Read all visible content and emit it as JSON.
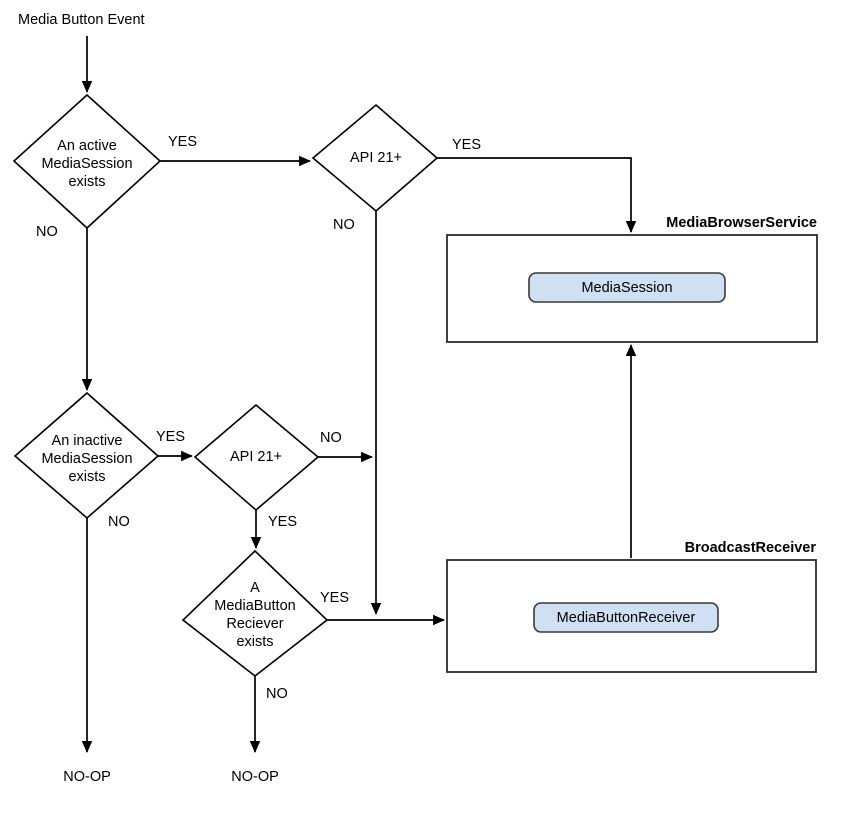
{
  "diagram": {
    "title_text": "Media Button Event",
    "start": {
      "label": "Media Button Event"
    },
    "decisions": [
      {
        "id": "active-session",
        "line1": "An active",
        "line2": "MediaSession",
        "line3": "exists"
      },
      {
        "id": "api21-top",
        "line1": "API 21+"
      },
      {
        "id": "inactive-session",
        "line1": "An inactive",
        "line2": "MediaSession",
        "line3": "exists"
      },
      {
        "id": "api21-bottom",
        "line1": "API 21+"
      },
      {
        "id": "mediabutton-receiver",
        "line1": "A",
        "line2": "MediaButton",
        "line3": "Reciever",
        "line4": "exists"
      }
    ],
    "containers": [
      {
        "id": "media-browser-service",
        "title": "MediaBrowserService",
        "child": "MediaSession"
      },
      {
        "id": "broadcast-receiver",
        "title": "BroadcastReceiver",
        "child": "MediaButtonReceiver"
      }
    ],
    "edge_labels": {
      "active_yes": "YES",
      "active_no": "NO",
      "api21_top_yes": "YES",
      "api21_top_no": "NO",
      "inactive_yes": "YES",
      "inactive_no": "NO",
      "api21_bottom_no": "NO",
      "api21_bottom_yes": "YES",
      "receiver_yes": "YES",
      "receiver_no": "NO"
    },
    "terminals": [
      {
        "id": "noop-left",
        "label": "NO-OP"
      },
      {
        "id": "noop-middle",
        "label": "NO-OP"
      }
    ],
    "colors": {
      "background": "#ffffff",
      "stroke": "#000000",
      "pill_fill": "#cfe0f2",
      "pill_stroke": "#3a3a3a",
      "container_stroke": "#2b2b2b",
      "text": "#000000"
    }
  }
}
